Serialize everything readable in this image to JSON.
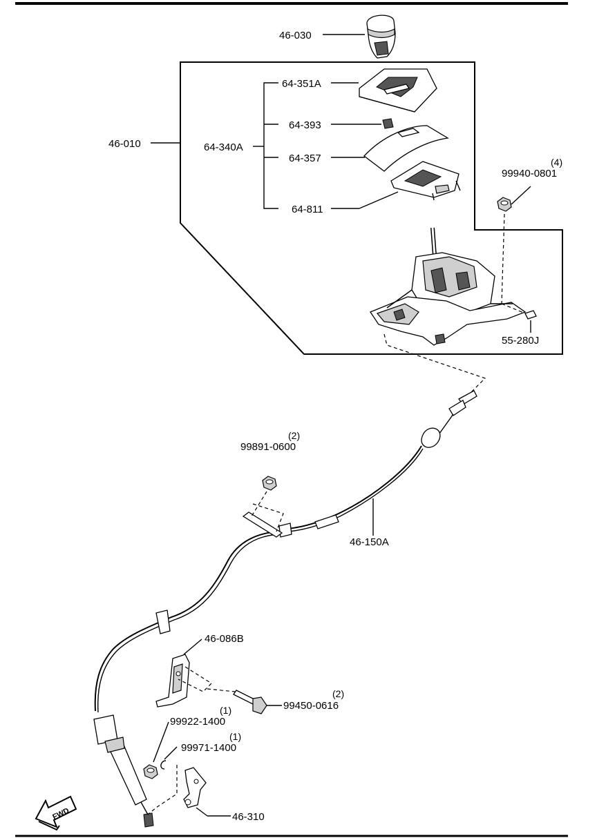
{
  "labels": {
    "p46_030": "46-030",
    "p46_010": "46-010",
    "p64_351a": "64-351A",
    "p64_393": "64-393",
    "p64_340a": "64-340A",
    "p64_357": "64-357",
    "p64_811": "64-811",
    "p99940": "99940-0801",
    "p99940_qty": "(4)",
    "p55_280j": "55-280J",
    "p99891": "99891-0600",
    "p99891_qty": "(2)",
    "p46_150a": "46-150A",
    "p46_086b": "46-086B",
    "p99450": "99450-0616",
    "p99450_qty": "(2)",
    "p99922": "99922-1400",
    "p99922_qty": "(1)",
    "p99971": "99971-1400",
    "p99971_qty": "(1)",
    "p46_310": "46-310",
    "fwd": "FWD"
  }
}
